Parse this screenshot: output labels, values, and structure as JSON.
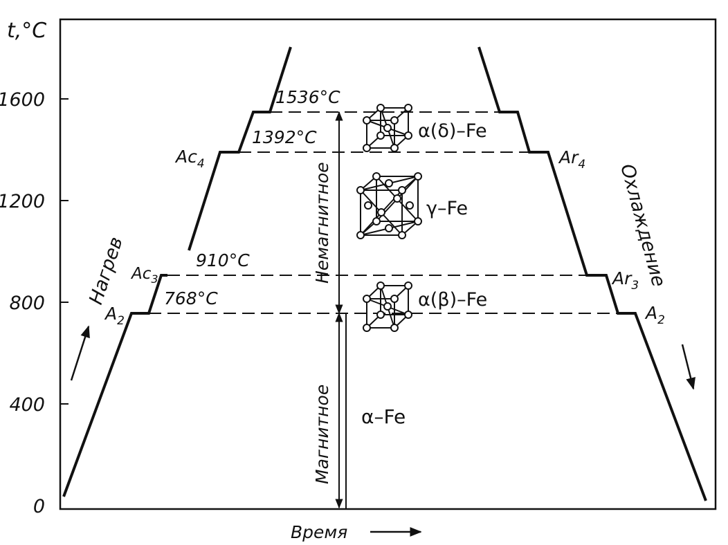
{
  "axes": {
    "y_label": "t,°C",
    "x_label": "Время",
    "y_ticks": [
      "1600",
      "1200",
      "800",
      "400",
      "0"
    ]
  },
  "temperatures": {
    "t1536": "1536°C",
    "t1392": "1392°C",
    "t910": "910°C",
    "t768": "768°C"
  },
  "critical_points": {
    "ac4": "Ac",
    "ac4_sub": "4",
    "ac3": "Ac",
    "ac3_sub": "3",
    "a2_left": "A",
    "a2_left_sub": "2",
    "ar4": "Ar",
    "ar4_sub": "4",
    "ar3": "Ar",
    "ar3_sub": "3",
    "a2_right": "A",
    "a2_right_sub": "2"
  },
  "phases": {
    "delta": "α(δ)–Fe",
    "gamma": "γ–Fe",
    "beta": "α(β)–Fe",
    "alpha": "α–Fe"
  },
  "process": {
    "heating": "Нагрев",
    "cooling": "Охлаждение"
  },
  "magnetism": {
    "nonmagnetic": "Немагнитное",
    "magnetic": "Магнитное"
  }
}
